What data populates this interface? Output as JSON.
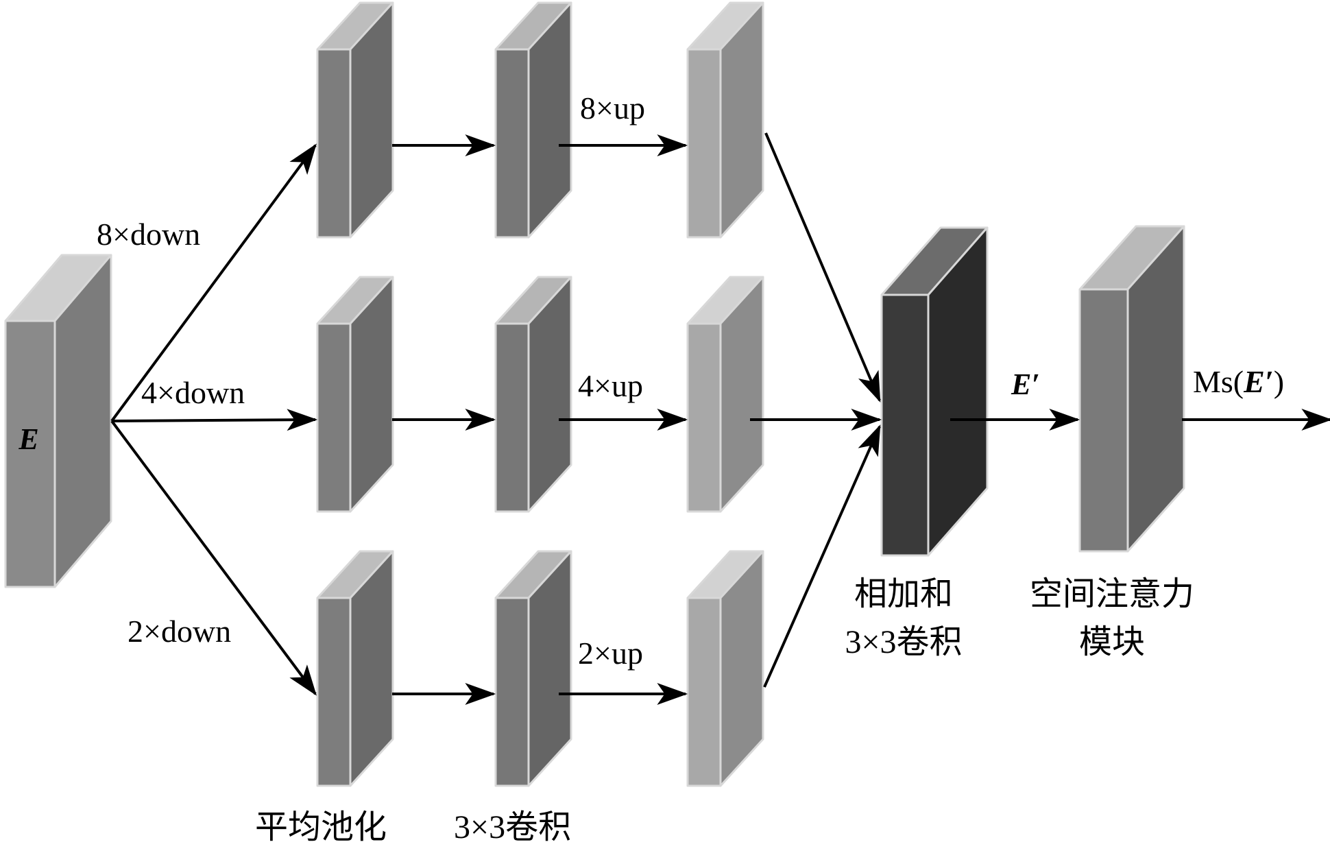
{
  "labels": {
    "input": "E",
    "down8": "8×down",
    "down4": "4×down",
    "down2": "2×down",
    "up8": "8×up",
    "up4": "4×up",
    "up2": "2×up",
    "pool": "平均池化",
    "conv": "3×3卷积",
    "fuse_line1": "相加和",
    "fuse_line2": "3×3卷积",
    "e_prime": "E′",
    "attn_line1": "空间注意力",
    "attn_line2": "模块",
    "output_prefix": "Ms(",
    "output_var": "E′",
    "output_suffix": ")"
  },
  "colors": {
    "stroke": "#d8d8d8",
    "arrow": "#000000",
    "input_front": "#8a8a8a",
    "input_side": "#7c7c7c",
    "input_top": "#cfcfcf",
    "pool_front": "#7d7d7d",
    "pool_side": "#6a6a6a",
    "pool_top": "#bdbdbd",
    "conv_front": "#777777",
    "conv_side": "#656565",
    "conv_top": "#b5b5b5",
    "up_front": "#a8a8a8",
    "up_side": "#8c8c8c",
    "up_top": "#d2d2d2",
    "fuse_front": "#3a3a3a",
    "fuse_side": "#2a2a2a",
    "fuse_top": "#6c6c6c",
    "attn_front": "#7a7a7a",
    "attn_side": "#606060",
    "attn_top": "#b9b9b9"
  }
}
